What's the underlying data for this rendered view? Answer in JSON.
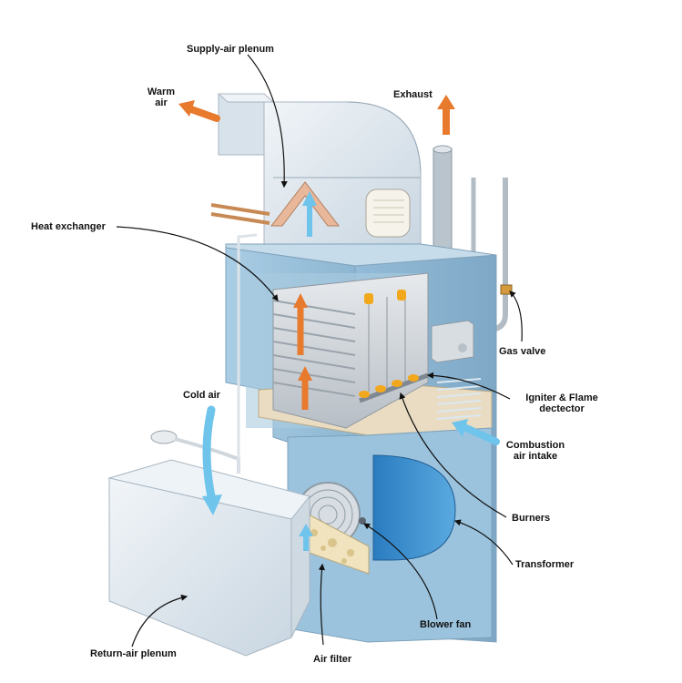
{
  "labels": {
    "supply_air_plenum": "Supply-air plenum",
    "warm_air": "Warm\nair",
    "exhaust": "Exhaust",
    "heat_exchanger": "Heat exchanger",
    "gas_valve": "Gas valve",
    "igniter_flame_detector": "Igniter & Flame\ndectector",
    "cold_air": "Cold air",
    "combustion_air_intake": "Combustion\nair intake",
    "burners": "Burners",
    "transformer": "Transformer",
    "blower_fan": "Blower fan",
    "return_air_plenum": "Return-air plenum",
    "air_filter": "Air filter"
  },
  "colors": {
    "cabinet": "#9cc3dd",
    "cabinet_dark": "#7fa9c6",
    "plenum": "#dde6ee",
    "arrow_warm": "#e87a2e",
    "arrow_cold": "#6fc4ec",
    "flame": "#f2a81d"
  }
}
